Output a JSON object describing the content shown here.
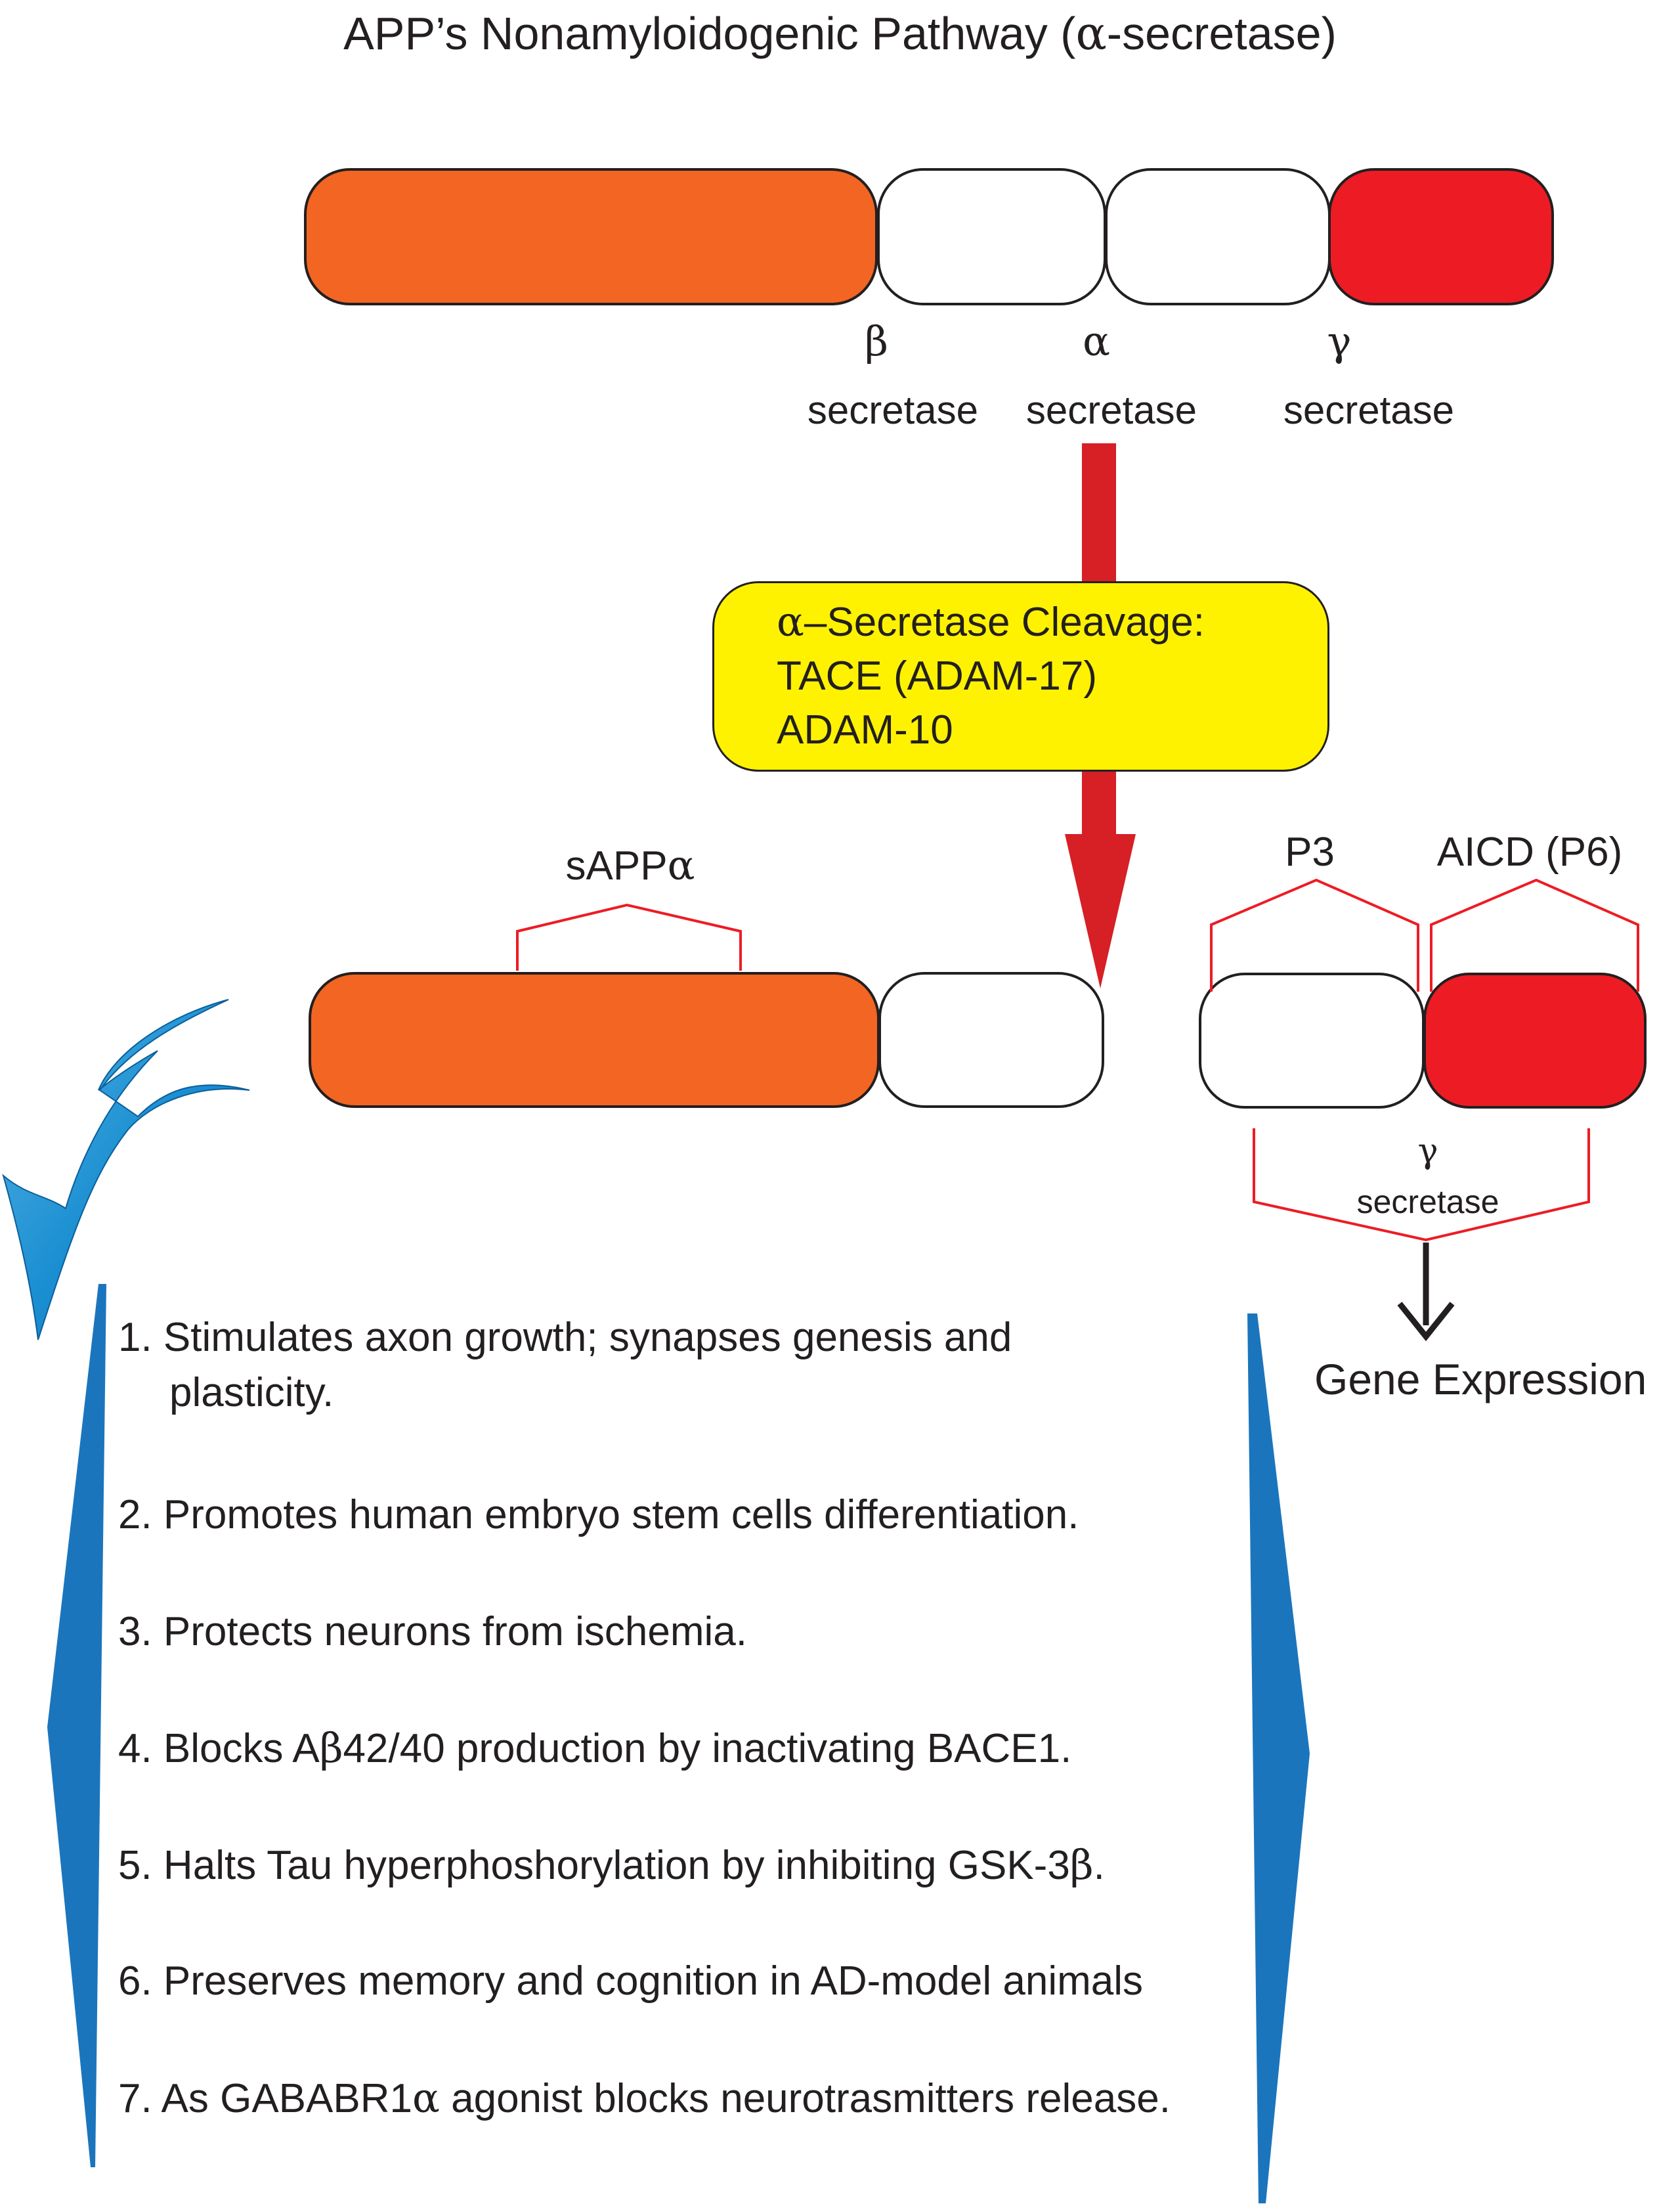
{
  "title": {
    "prefix": "APP’s Nonamyloidogenic Pathway (",
    "greek": "α",
    "suffix": "-secretase)"
  },
  "cleavage_sites": [
    {
      "greek": "β",
      "label": "secretase"
    },
    {
      "greek": "α",
      "label": "secretase"
    },
    {
      "greek": "γ",
      "label": "secretase"
    }
  ],
  "enzyme_box": {
    "line1_greek": "α",
    "line1_text": "–Secretase Cleavage:",
    "line2": "TACE (ADAM-17)",
    "line3": "ADAM-10"
  },
  "fragments": {
    "sapp_prefix": "sAPP",
    "sapp_greek": "α",
    "p3": "P3",
    "aicd": "AICD (P6)",
    "gamma_greek": "γ",
    "gamma_label": "secretase",
    "gene_expression": "Gene Expression"
  },
  "effects": [
    {
      "line1": "1. Stimulates axon growth; synapses genesis and",
      "line2": "plasticity."
    },
    {
      "line1": "2. Promotes human embryo stem cells differentiation."
    },
    {
      "line1": "3. Protects neurons from ischemia."
    },
    {
      "pre": "4. Blocks A",
      "greek": "β",
      "post": "42/40 production by inactivating BACE1."
    },
    {
      "pre": "5. Halts Tau hyperphoshorylation by inhibiting GSK-3",
      "greek": "β",
      "post": "."
    },
    {
      "line1": "6. Preserves memory and cognition in AD-model animals"
    },
    {
      "pre": "7. As GABABR1",
      "greek": "α",
      "post": " agonist blocks neurotrasmitters release."
    }
  ],
  "colors": {
    "orange_domain": "#f26522",
    "red_domain": "#ed1c24",
    "white_domain": "#ffffff",
    "enzyme_box": "#fff200",
    "arrow_red": "#d71f26",
    "bracket_red": "#ed1c24",
    "blue_shape": "#1b75bc",
    "outline": "#231f20"
  }
}
